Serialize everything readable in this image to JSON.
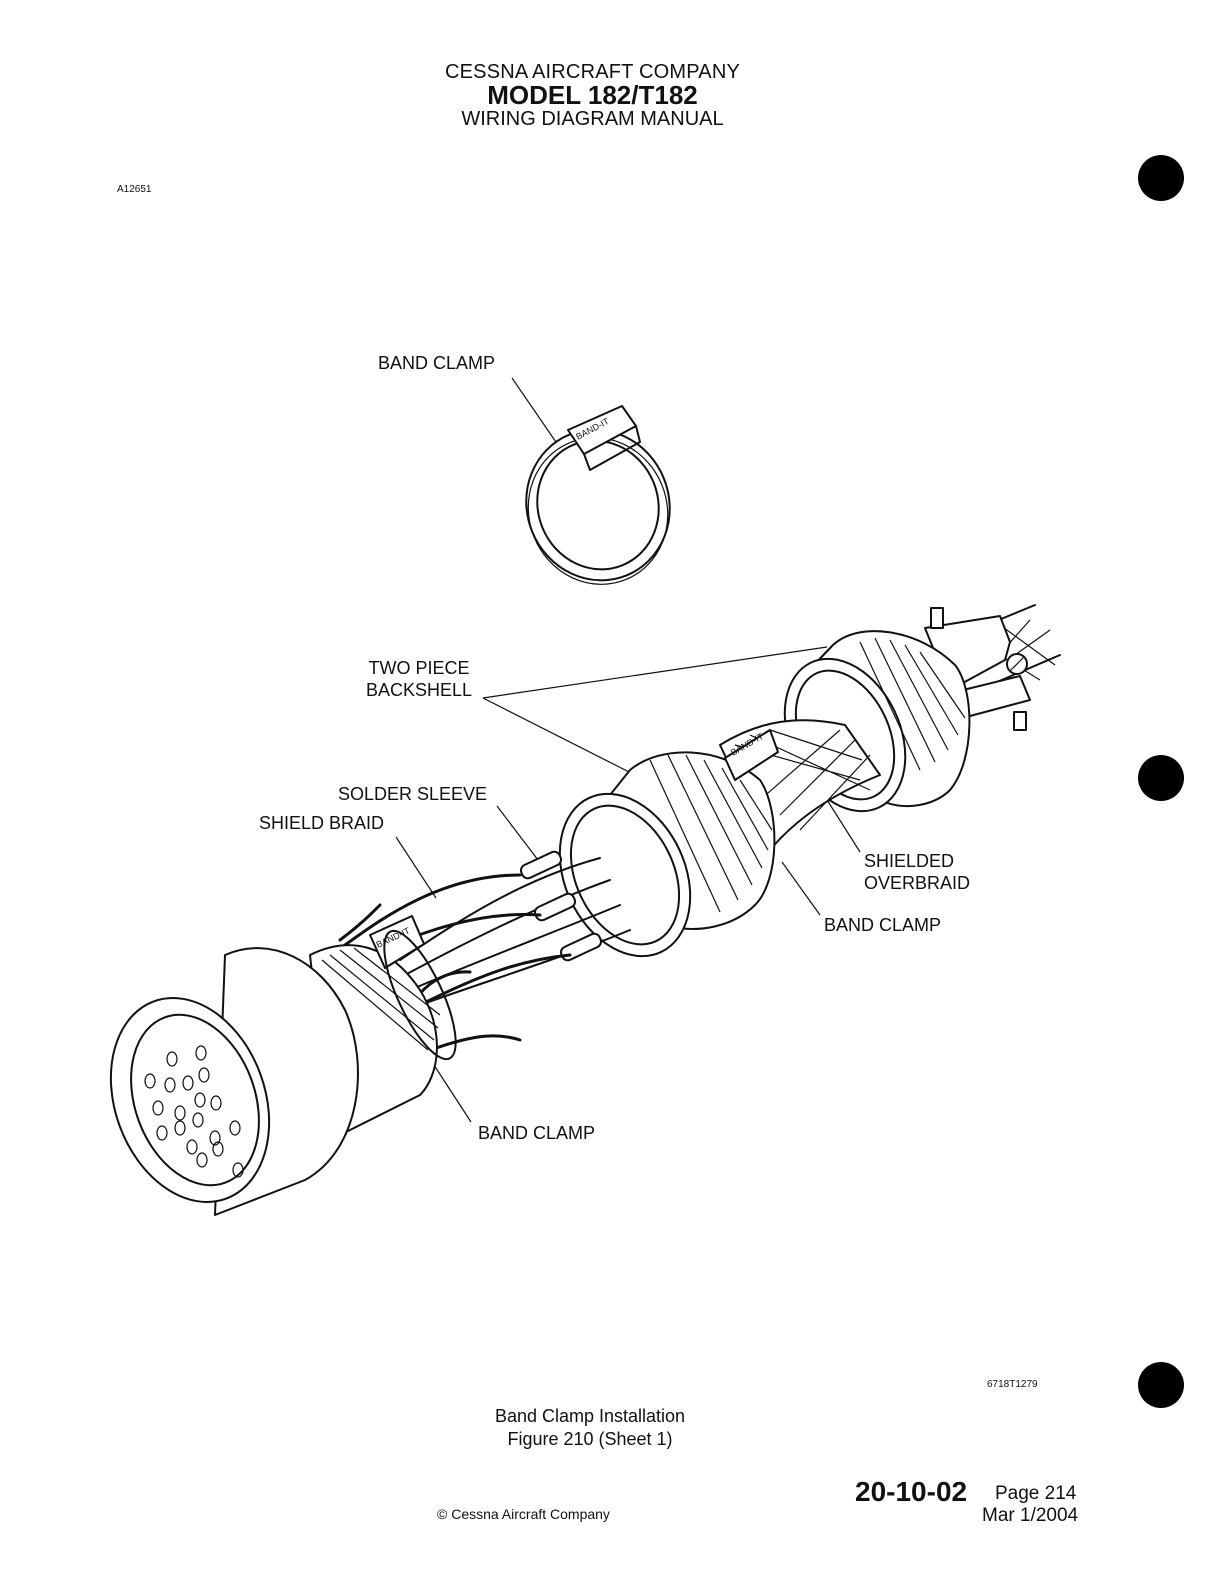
{
  "header": {
    "company": "CESSNA AIRCRAFT COMPANY",
    "model": "MODEL 182/T182",
    "manual": "WIRING DIAGRAM MANUAL"
  },
  "figure_id": "A12651",
  "drawing_number": "6718T1279",
  "labels": {
    "band_clamp_top": "BAND CLAMP",
    "two_piece_line1": "TWO PIECE",
    "two_piece_line2": "BACKSHELL",
    "solder_sleeve": "SOLDER SLEEVE",
    "shield_braid": "SHIELD BRAID",
    "shielded_line1": "SHIELDED",
    "shielded_line2": "OVERBRAID",
    "band_clamp_right": "BAND CLAMP",
    "band_clamp_bottom": "BAND CLAMP",
    "band_it_mark": "BAND-IT"
  },
  "caption": {
    "title": "Band Clamp Installation",
    "figure": "Figure 210 (Sheet 1)"
  },
  "footer": {
    "section": "20-10-02",
    "page": "Page 214",
    "date": "Mar 1/2004",
    "copyright": "© Cessna Aircraft Company"
  }
}
